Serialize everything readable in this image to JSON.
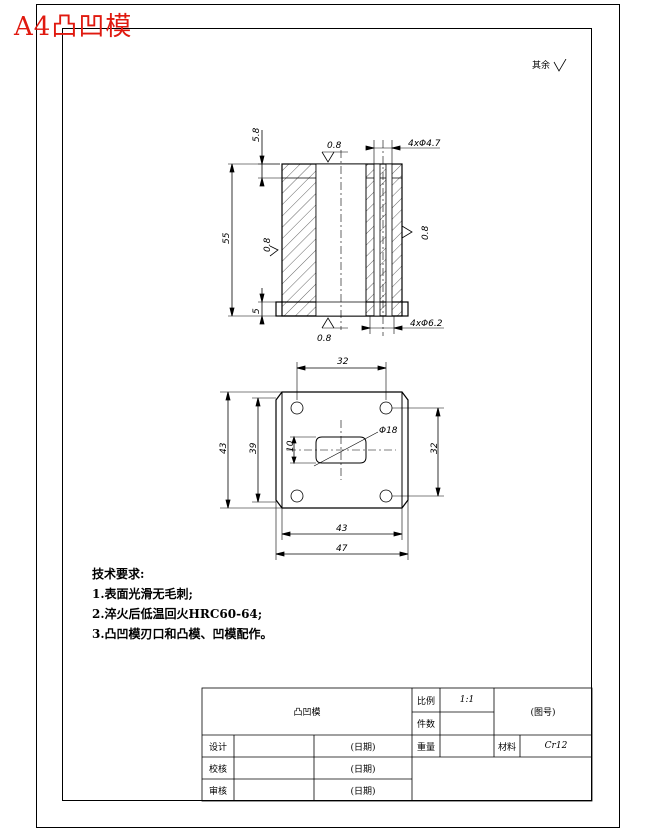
{
  "sheet": {
    "title": "A4凸凹模",
    "rest_finish": "其余"
  },
  "section_view": {
    "dims": {
      "top_step": "5.8",
      "height": "55",
      "bottom_step": "5",
      "hole_top": "4xΦ4.7",
      "hole_bottom": "4xΦ6.2"
    },
    "roughness": {
      "top": "0.8",
      "left_bore": "0.8",
      "right_side": "0.8",
      "bottom": "0.8"
    }
  },
  "plan_view": {
    "dims": {
      "hole_spacing_x": "32",
      "outer_height": "43",
      "inner_height": "39",
      "slot_width": "10",
      "slot_length": "Φ18",
      "hole_spacing_y": "32",
      "inner_width": "43",
      "outer_width": "47"
    }
  },
  "tech_requirements": {
    "heading": "技术要求:",
    "items": [
      "1.表面光滑无毛刺;",
      "2.淬火后低温回火HRC60-64;",
      "3.凸凹模刃口和凸模、凹模配作。"
    ]
  },
  "title_block": {
    "part_name": "凸凹模",
    "scale_label": "比例",
    "scale_value": "1:1",
    "drawing_no": "(图号)",
    "qty_label": "件数",
    "design_label": "设计",
    "check_label": "校核",
    "review_label": "审核",
    "date": "(日期)",
    "weight_label": "重量",
    "material_label": "材料",
    "material_value": "Cr12"
  }
}
